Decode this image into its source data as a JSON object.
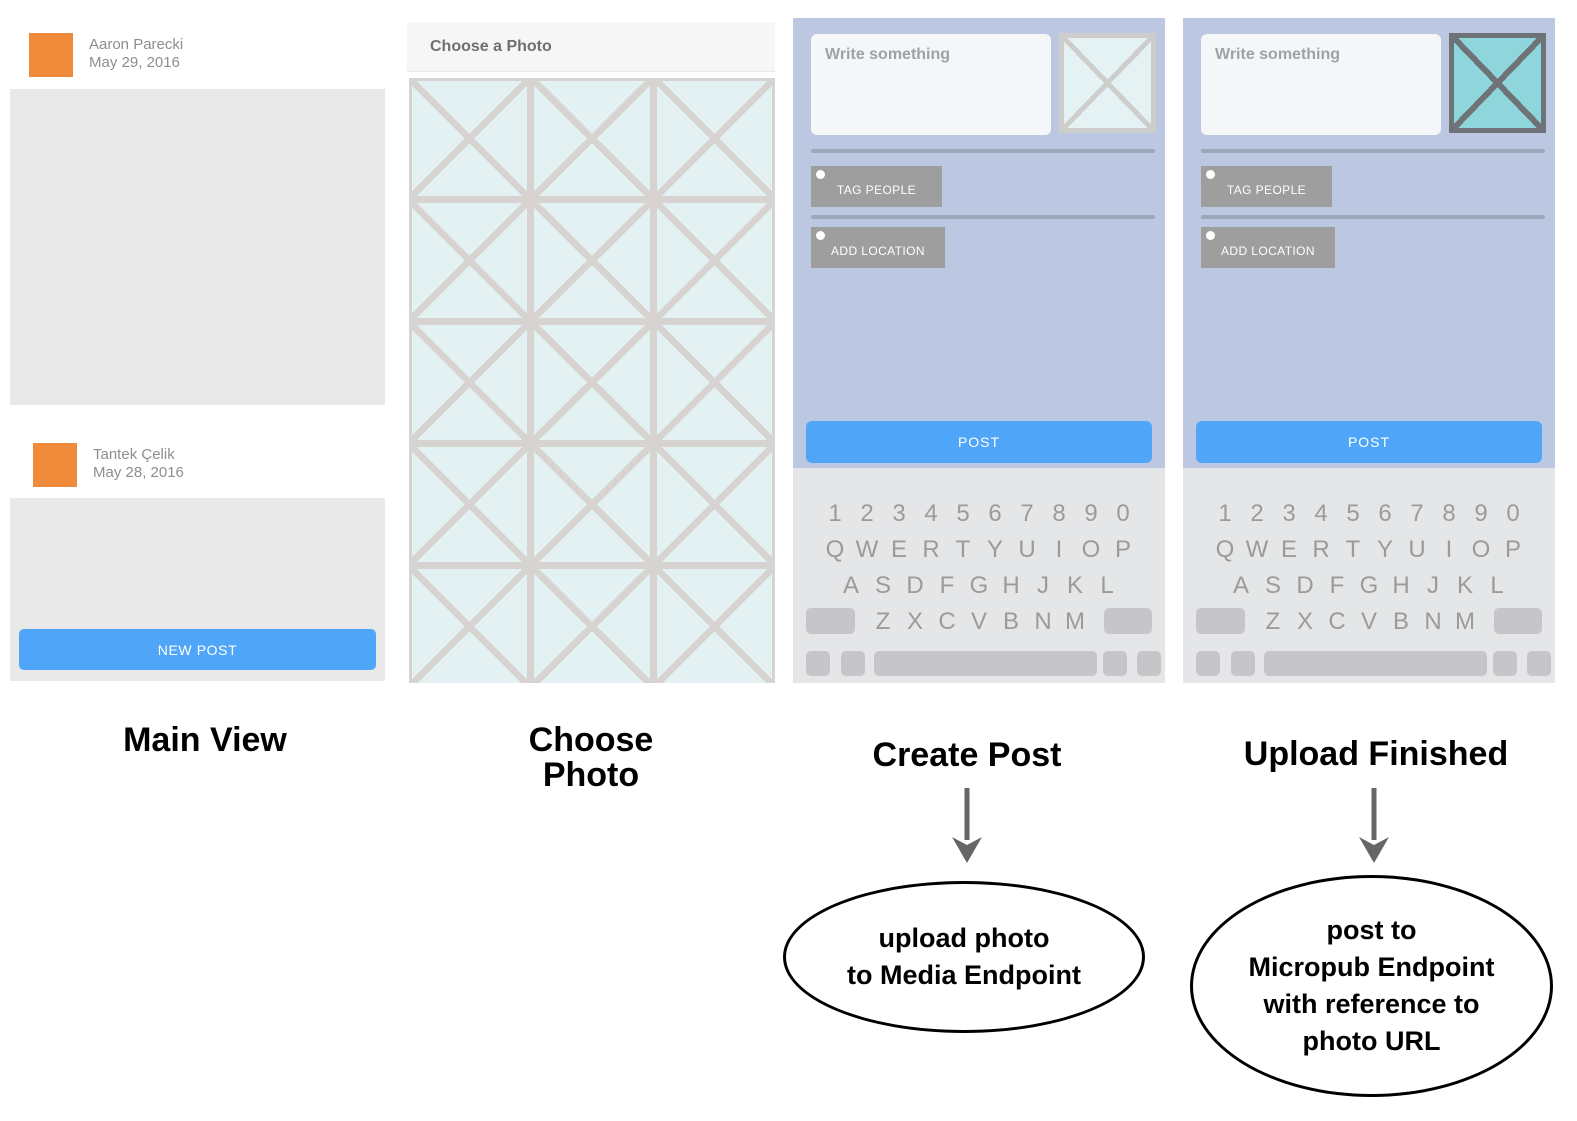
{
  "colors": {
    "accent_blue": "#4FA5F7",
    "avatar_orange": "#EF8B3B",
    "panel_blue": "#BCC8E2",
    "photo_teal": "#8FD5DC"
  },
  "main_view": {
    "caption": "Main View",
    "posts": [
      {
        "author": "Aaron Parecki",
        "date": "May 29, 2016"
      },
      {
        "author": "Tantek Çelik",
        "date": "May 28, 2016"
      }
    ],
    "new_post_button": "NEW POST"
  },
  "choose_photo": {
    "caption_lines": [
      "Choose",
      "Photo"
    ],
    "header": "Choose a Photo"
  },
  "create_post": {
    "caption": "Create Post",
    "compose_placeholder": "Write something",
    "tag_people_button": "TAG PEOPLE",
    "add_location_button": "ADD LOCATION",
    "post_button": "POST"
  },
  "upload_finished": {
    "caption": "Upload Finished",
    "compose_placeholder": "Write something",
    "tag_people_button": "TAG PEOPLE",
    "add_location_button": "ADD LOCATION",
    "post_button": "POST"
  },
  "keyboard": {
    "rows": [
      [
        "1",
        "2",
        "3",
        "4",
        "5",
        "6",
        "7",
        "8",
        "9",
        "0"
      ],
      [
        "Q",
        "W",
        "E",
        "R",
        "T",
        "Y",
        "U",
        "I",
        "O",
        "P"
      ],
      [
        "A",
        "S",
        "D",
        "F",
        "G",
        "H",
        "J",
        "K",
        "L"
      ],
      [
        "Z",
        "X",
        "C",
        "V",
        "B",
        "N",
        "M"
      ]
    ]
  },
  "flow": {
    "media_endpoint": [
      "upload photo",
      "to Media Endpoint"
    ],
    "micropub_endpoint": [
      "post to",
      "Micropub Endpoint",
      "with reference to",
      "photo URL"
    ]
  }
}
